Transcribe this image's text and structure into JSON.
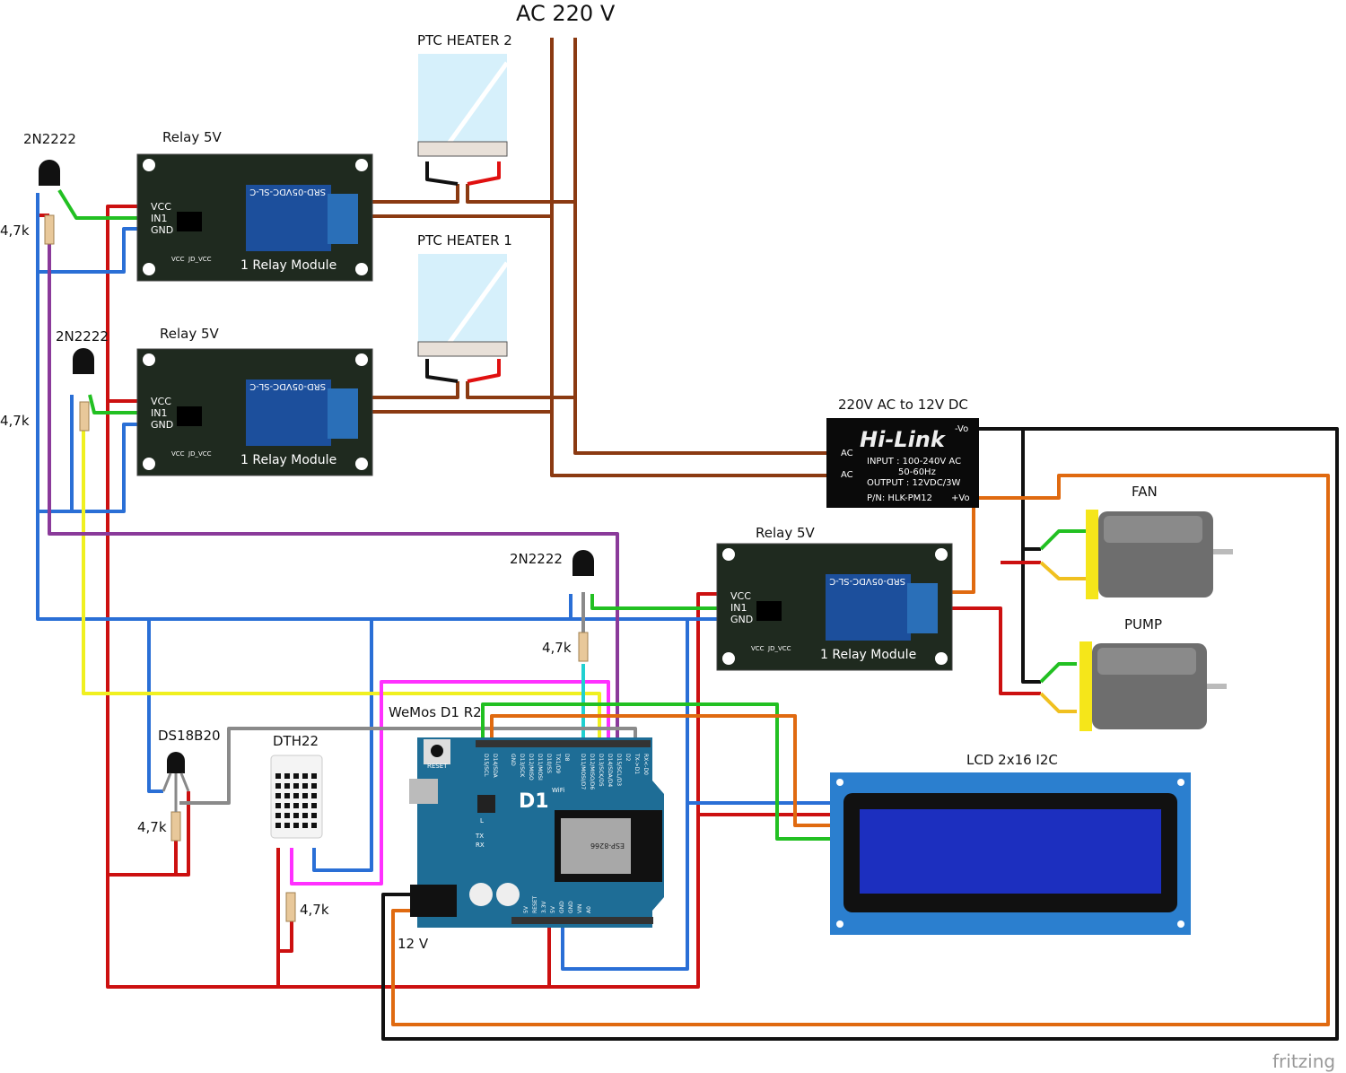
{
  "title": "AC 220 V",
  "labels": {
    "ptc2": "PTC HEATER 2",
    "ptc1": "PTC HEATER 1",
    "relay": "Relay 5V",
    "transistor": "2N2222",
    "resistor": "4,7k",
    "hilink_title": "220V AC to 12V DC",
    "fan": "FAN",
    "pump": "PUMP",
    "wemos": "WeMos D1 R2",
    "ds18b20": "DS18B20",
    "dth22": "DTH22",
    "lcd": "LCD 2x16 I2C",
    "v12": "12 V",
    "fritzing": "fritzing"
  },
  "relay_module": {
    "name": "1 Relay Module",
    "part": "SRD-05VDC-SL-C",
    "pins": [
      "VCC",
      "IN1",
      "GND"
    ],
    "jumper": [
      "VCC",
      "JD_VCC"
    ]
  },
  "hilink": {
    "logo": "Hi-Link",
    "input": "INPUT : 100-240V AC",
    "freq": "50-60Hz",
    "output": "OUTPUT : 12VDC/3W",
    "pn": "P/N: HLK-PM12",
    "ac": "AC",
    "vo_neg": "-Vo",
    "vo_pos": "+Vo"
  },
  "wemos_board": {
    "logo": "D1",
    "wifi": "WiFi",
    "reset": "RESET",
    "leds": [
      "L",
      "TX",
      "RX"
    ],
    "top_pins_left": [
      "D15/SCL",
      "D14/SDA",
      "",
      "GND",
      "D13/SCK",
      "D12/MISO",
      "D11/MOSI",
      "D10/SS",
      "TX1/D9",
      "D8"
    ],
    "top_pins_right": [
      "D11/MOSI/D7",
      "D12/MISO/D6",
      "D13/SCK/D5",
      "D14/SDA/D4",
      "D15/SCL/D3",
      "D2",
      "TX->D1",
      "RX<-D0"
    ],
    "bottom_pins": [
      "5V",
      "RESET",
      "3.3V",
      "5V",
      "GND",
      "GND",
      "VIN",
      "A0"
    ],
    "module": "ESP-8266"
  },
  "colors": {
    "board_dark": "#1f2a1f",
    "relay_blue": "#1c4f9c",
    "wemos_blue": "#1e6d96",
    "lcd_blue": "#2b7fcf",
    "wire_red": "#cc1010",
    "wire_blue": "#2a6fd6",
    "wire_brown": "#8b3a12",
    "wire_orange": "#e06a10",
    "wire_green": "#22c022",
    "wire_yellow": "#f0f020",
    "wire_purple": "#8a3a9a",
    "wire_magenta": "#ff30ff",
    "wire_cyan": "#20d0d0",
    "wire_gray": "#8a8a8a",
    "wire_black": "#111111"
  }
}
